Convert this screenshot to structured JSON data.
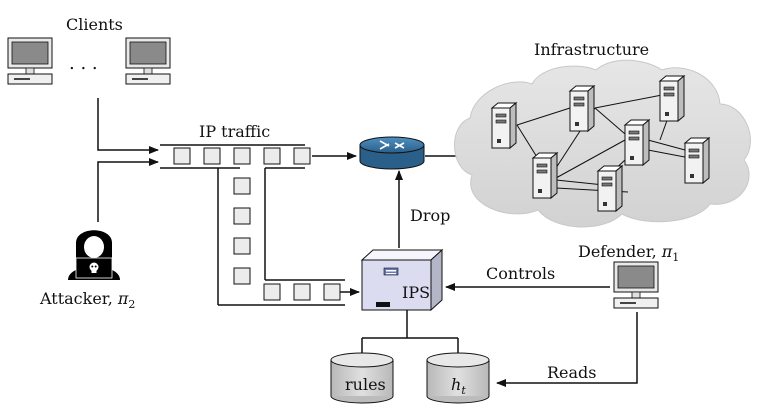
{
  "labels": {
    "clients": "Clients",
    "ellipsis": ". . .",
    "infrastructure": "Infrastructure",
    "ip_traffic": "IP traffic",
    "drop": "Drop",
    "controls": "Controls",
    "reads": "Reads",
    "attacker_name": "Attacker, ",
    "attacker_symbol": "π",
    "attacker_sub": "2",
    "defender_name": "Defender, ",
    "defender_symbol": "π",
    "defender_sub": "1",
    "ips": "IPS",
    "rules": "rules",
    "h_base": "h",
    "h_sub": "t"
  },
  "icons": [
    "client-computer-icon",
    "attacker-hacker-icon",
    "router-icon",
    "server-icon",
    "ips-appliance-icon",
    "database-icon",
    "defender-computer-icon",
    "cloud-icon"
  ],
  "colors": {
    "screen": "#8a8a8a",
    "router": "#3a78a8",
    "ips_face": "#dcdcf0",
    "db": "#cfcfcf",
    "cloud": "#dcdcdc",
    "server": "#f0f0f0"
  }
}
